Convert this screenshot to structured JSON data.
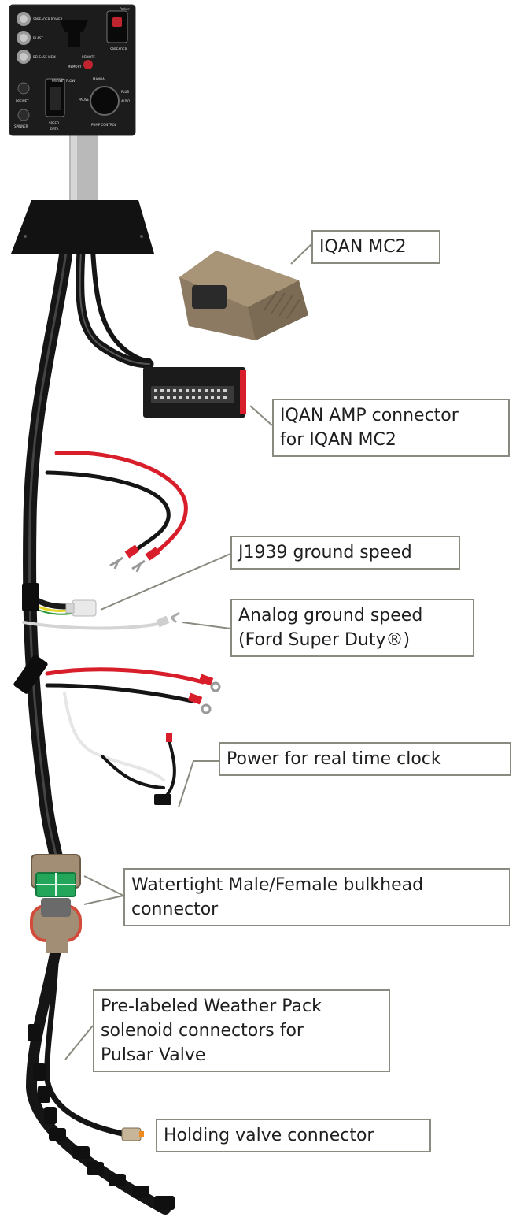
{
  "callouts": {
    "mc2": {
      "lines": [
        "IQAN MC2"
      ]
    },
    "amp": {
      "lines": [
        "IQAN AMP connector",
        "for IQAN MC2"
      ]
    },
    "j1939": {
      "lines": [
        "J1939 ground speed"
      ]
    },
    "analog": {
      "lines": [
        "Analog ground speed",
        "(Ford Super Duty®)"
      ]
    },
    "rtc": {
      "lines": [
        "Power for real time clock"
      ]
    },
    "bulkhead": {
      "lines": [
        "Watertight Male/Female bulkhead",
        "connector"
      ]
    },
    "weatherpack": {
      "lines": [
        "Pre-labeled Weather Pack",
        "solenoid connectors for",
        "Pulsar Valve"
      ]
    },
    "holding": {
      "lines": [
        "Holding valve connector"
      ]
    }
  },
  "control_box": {
    "brand": "Parker",
    "labels": [
      "SPREADER POWER",
      "BLAST",
      "RELEASE MEM",
      "SPREADER",
      "PREWET",
      "SPINNER",
      "MEMORY",
      "REMOTE",
      "MANUAL",
      "PLUS",
      "PAUSE",
      "AUTO",
      "SPEED",
      "DATA",
      "PUMP CONTROL",
      "PREWET FLOW"
    ]
  },
  "colors": {
    "callout_border": "#8a8a80",
    "cable": "#151515",
    "red_wire": "#d91e2b",
    "mc2_body": "#8c7a62",
    "bulkhead_green": "#23a65a"
  }
}
